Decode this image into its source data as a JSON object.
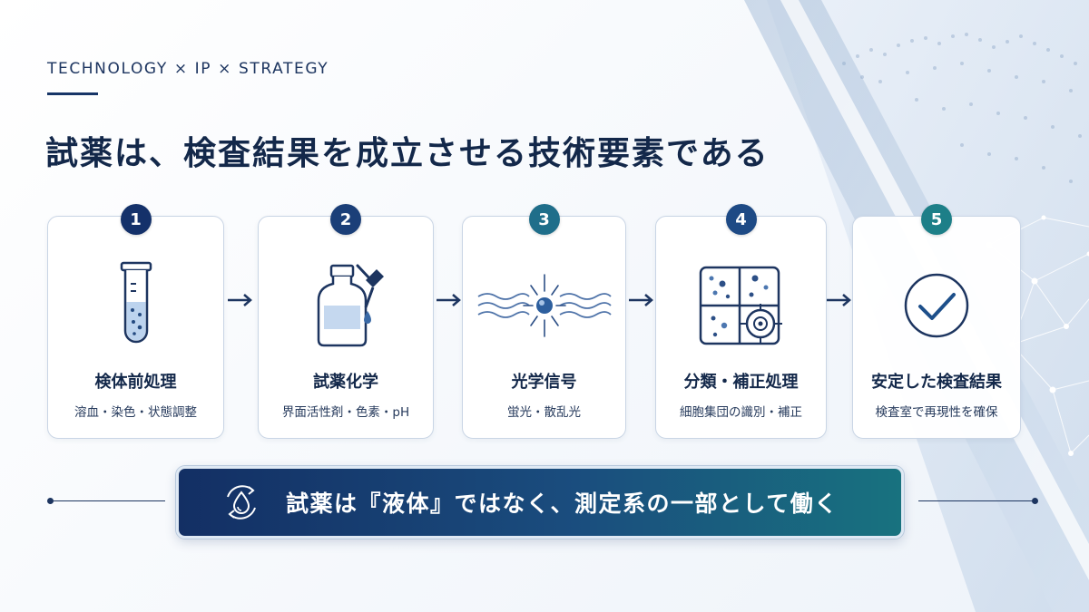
{
  "eyebrow": "TECHNOLOGY × IP × STRATEGY",
  "title": "試薬は、検査結果を成立させる技術要素である",
  "steps": [
    {
      "number": "1",
      "title": "検体前処理",
      "subtitle": "溶血・染色・状態調整",
      "icon": "test-tube-icon",
      "badge_color": "#14316a"
    },
    {
      "number": "2",
      "title": "試薬化学",
      "subtitle": "界面活性剤・色素・pH",
      "icon": "reagent-bottle-dropper-icon",
      "badge_color": "#1b3f78"
    },
    {
      "number": "3",
      "title": "光学信号",
      "subtitle": "蛍光・散乱光",
      "icon": "light-signal-icon",
      "badge_color": "#1f6e8a"
    },
    {
      "number": "4",
      "title": "分類・補正処理",
      "subtitle": "細胞集団の識別・補正",
      "icon": "cell-classification-icon",
      "badge_color": "#1e4a85"
    },
    {
      "number": "5",
      "title": "安定した検査結果",
      "subtitle": "検査室で再現性を確保",
      "icon": "check-circle-icon",
      "badge_color": "#1d7f88"
    }
  ],
  "banner": {
    "text": "試薬は『液体』ではなく、測定系の一部として働く",
    "icon": "liquid-cycle-icon"
  }
}
